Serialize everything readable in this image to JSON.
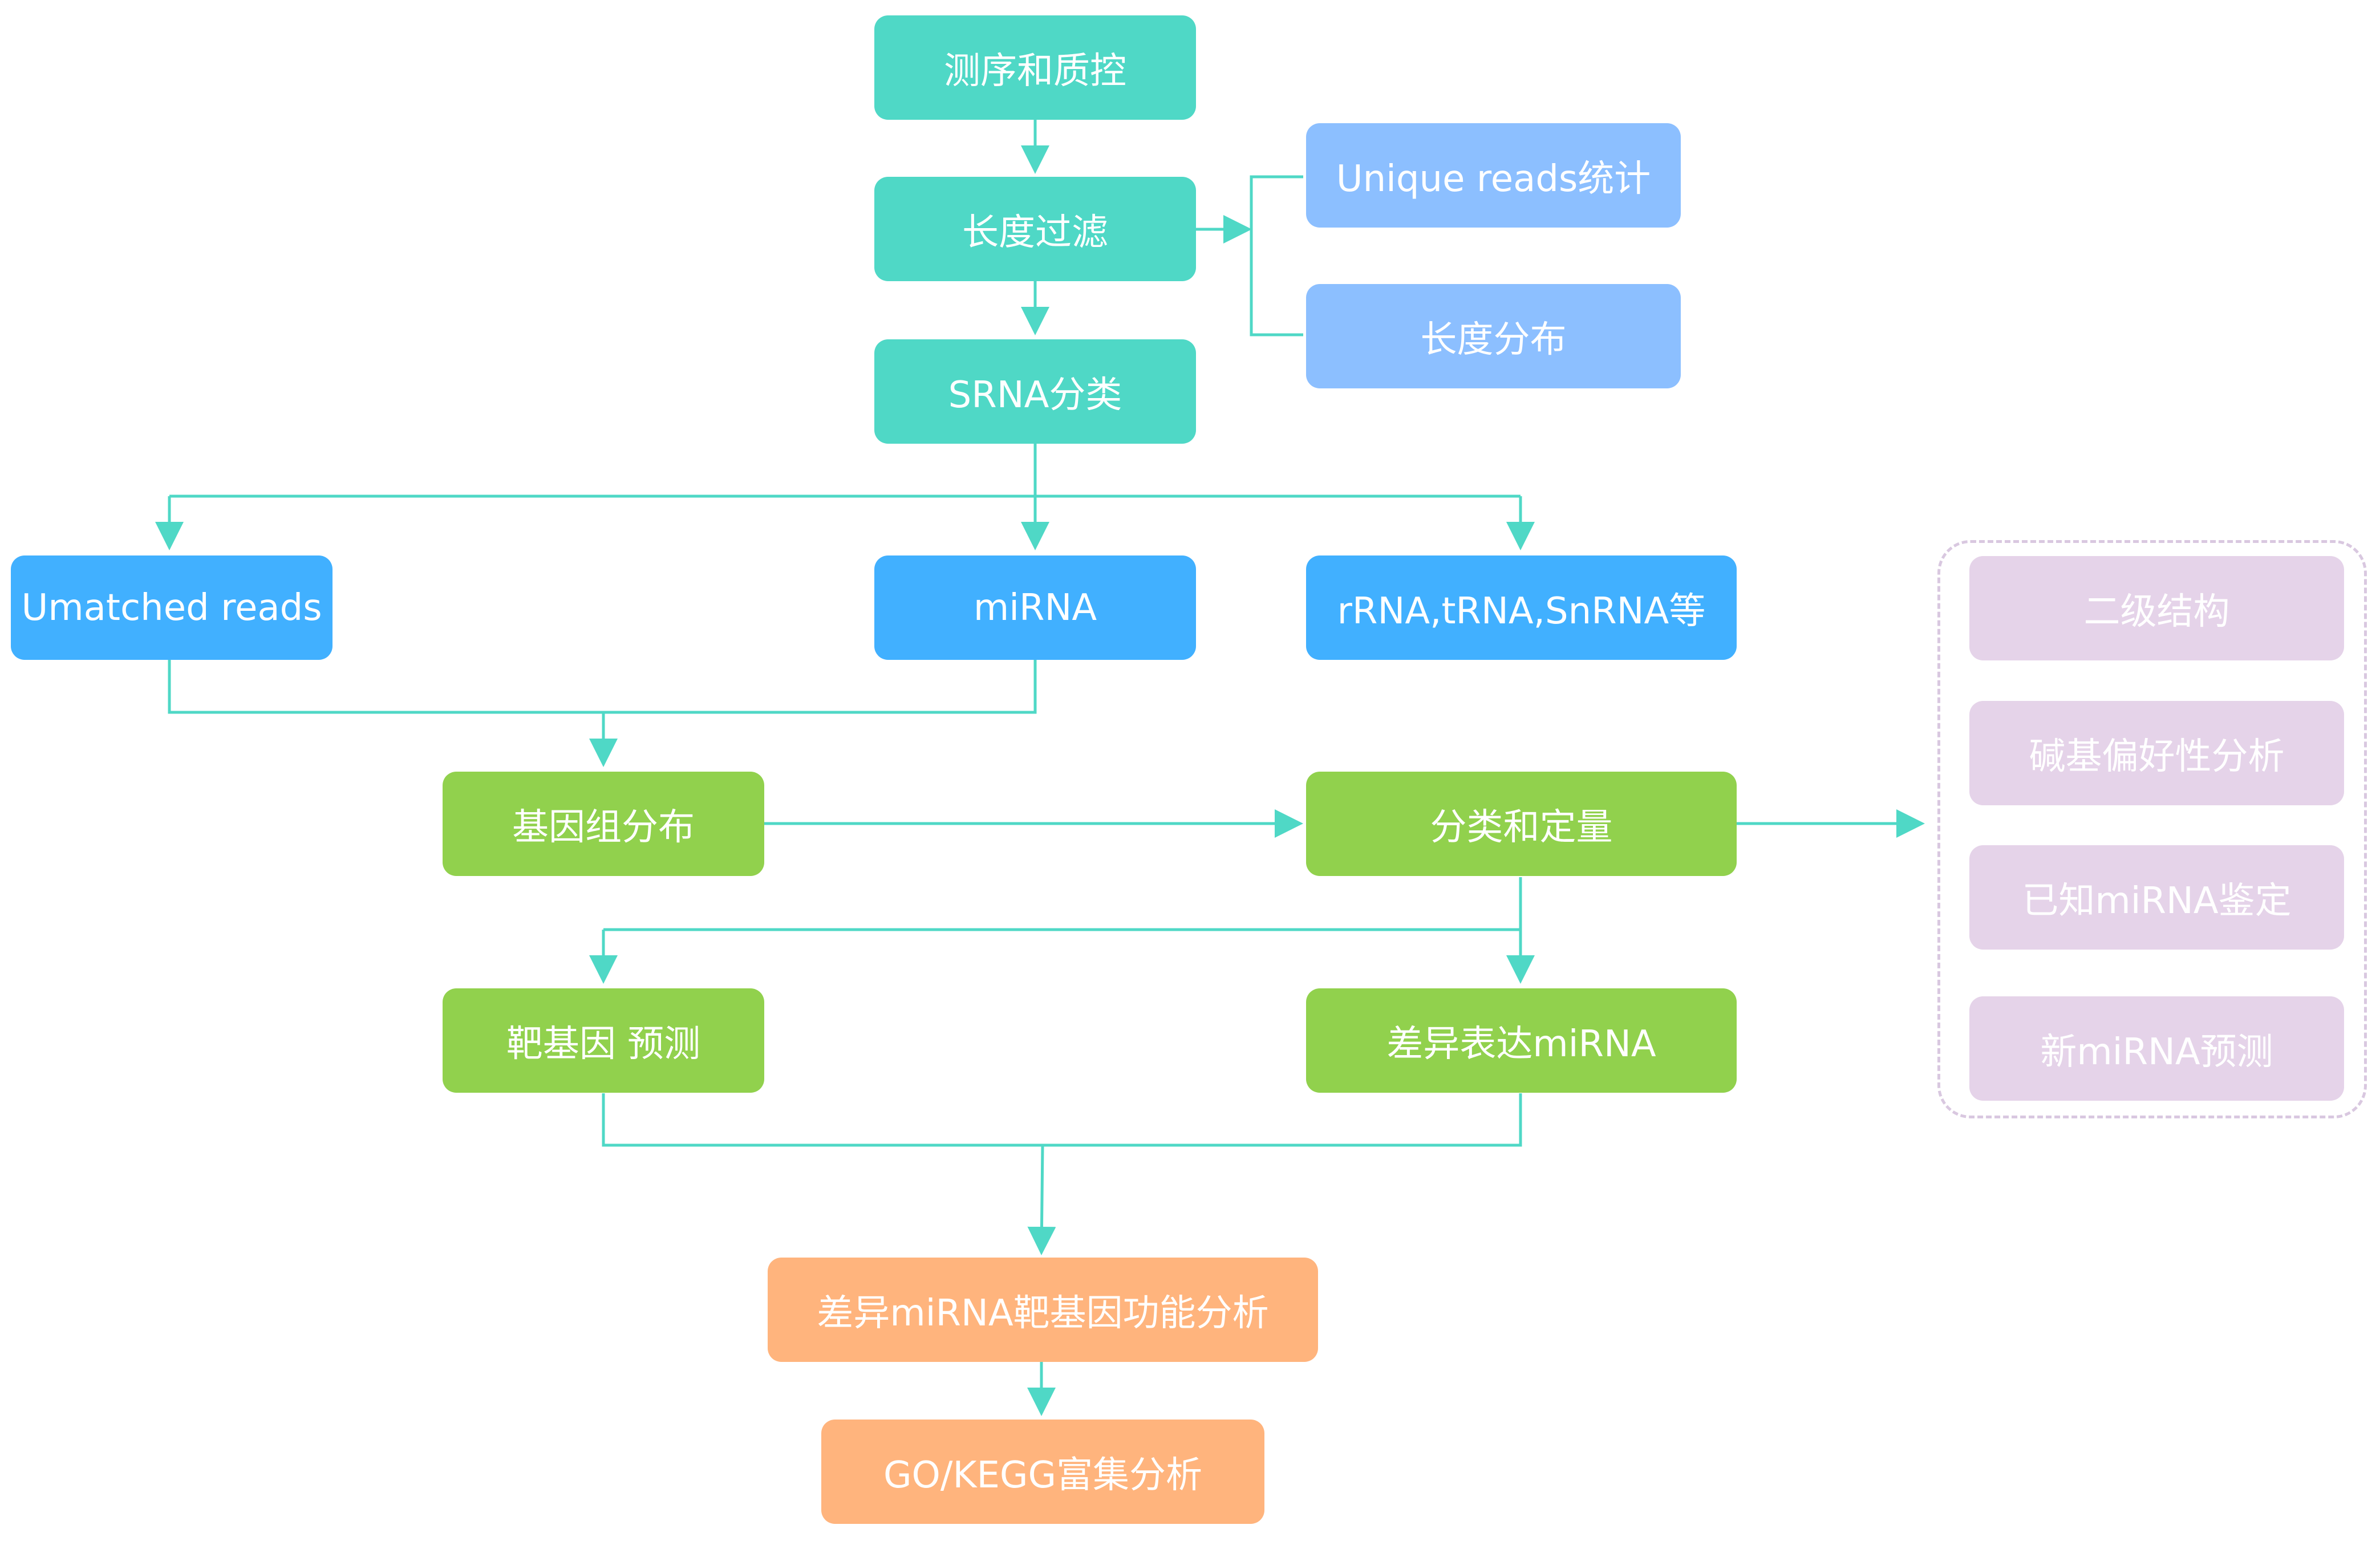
{
  "colors": {
    "teal": "#4fd8c6",
    "light_blue": "#8cbfff",
    "blue": "#41b0ff",
    "green": "#91d14d",
    "orange": "#ffb47d",
    "lavender": "#e5d3e9",
    "connector": "#4fd8c6"
  },
  "nodes": {
    "sequencing_qc": "测序和质控",
    "length_filter": "长度过滤",
    "unique_reads": "Unique reads统计",
    "length_distribution": "长度分布",
    "srna_classification": "SRNA分类",
    "unmatched_reads": "Umatched reads",
    "mirna": "miRNA",
    "other_rna": "rRNA,tRNA,SnRNA等",
    "genome_distribution": "基因组分布",
    "classification_quant": "分类和定量",
    "target_prediction": "靶基因 预测",
    "diff_mirna": "差异表达miRNA",
    "diff_target_function": "差异miRNA靶基因功能分析",
    "go_kegg": "GO/KEGG富集分析"
  },
  "analysis_group": {
    "items": [
      "二级结构",
      "碱基偏好性分析",
      "已知miRNA鉴定",
      "新miRNA预测"
    ]
  }
}
